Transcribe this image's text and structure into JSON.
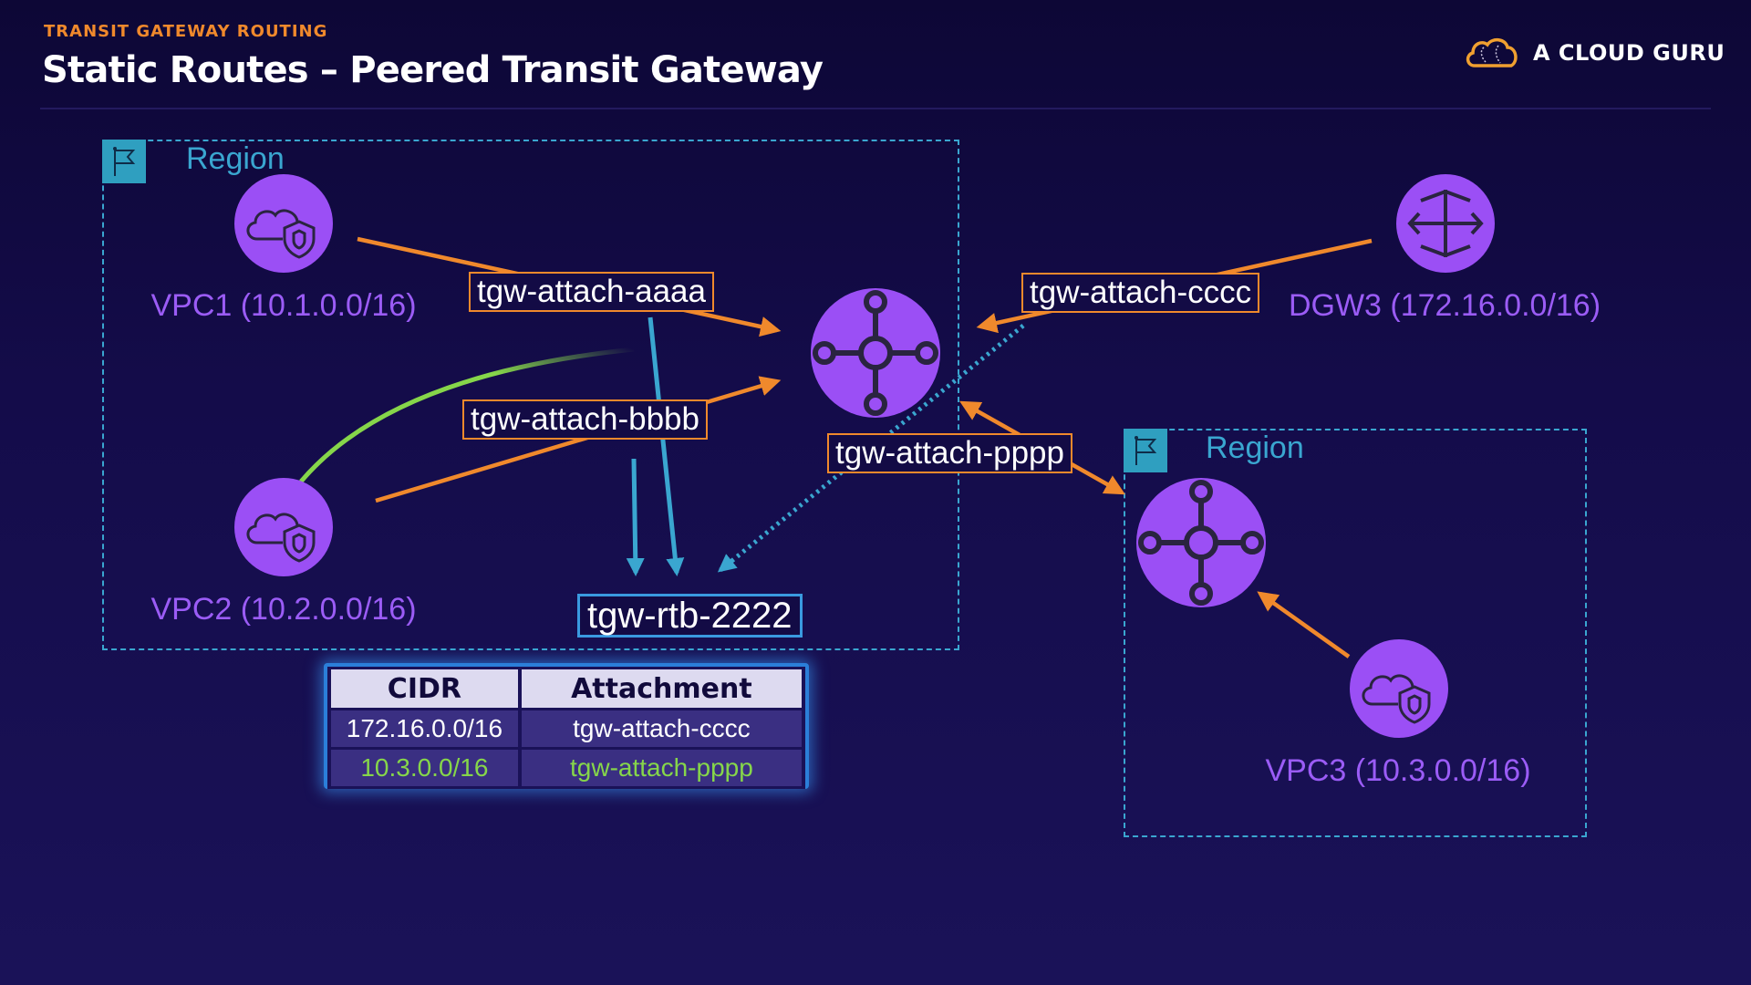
{
  "header": {
    "eyebrow": "TRANSIT GATEWAY ROUTING",
    "title": "Static Routes – Peered Transit Gateway",
    "logo_text": "A CLOUD GURU",
    "logo_icon": "cloud-guru-logo-icon"
  },
  "colors": {
    "accent_orange": "#f0892c",
    "node_purple": "#9b5cf6",
    "region_cyan": "#3aa6d0",
    "route_green": "#86d64a",
    "route_blue": "#3aa6d0"
  },
  "regions": [
    {
      "label": "Region",
      "icon": "flag-icon"
    },
    {
      "label": "Region",
      "icon": "flag-icon"
    }
  ],
  "nodes": {
    "vpc1": {
      "label": "VPC1 (10.1.0.0/16)",
      "icon": "vpc-cloud-shield-icon"
    },
    "vpc2": {
      "label": "VPC2 (10.2.0.0/16)",
      "icon": "vpc-cloud-shield-icon"
    },
    "vpc3": {
      "label": "VPC3 (10.3.0.0/16)",
      "icon": "vpc-cloud-shield-icon"
    },
    "dgw3": {
      "label": "DGW3 (172.16.0.0/16)",
      "icon": "direct-connect-gateway-icon"
    },
    "tgw1": {
      "icon": "transit-gateway-icon"
    },
    "tgw2": {
      "icon": "transit-gateway-icon"
    }
  },
  "attachments": {
    "aaaa": "tgw-attach-aaaa",
    "bbbb": "tgw-attach-bbbb",
    "cccc": "tgw-attach-cccc",
    "pppp": "tgw-attach-pppp"
  },
  "route_table": {
    "name": "tgw-rtb-2222",
    "columns": [
      "CIDR",
      "Attachment"
    ],
    "rows": [
      {
        "cidr": "172.16.0.0/16",
        "attachment": "tgw-attach-cccc",
        "highlight": false
      },
      {
        "cidr": "10.3.0.0/16",
        "attachment": "tgw-attach-pppp",
        "highlight": true
      }
    ]
  }
}
